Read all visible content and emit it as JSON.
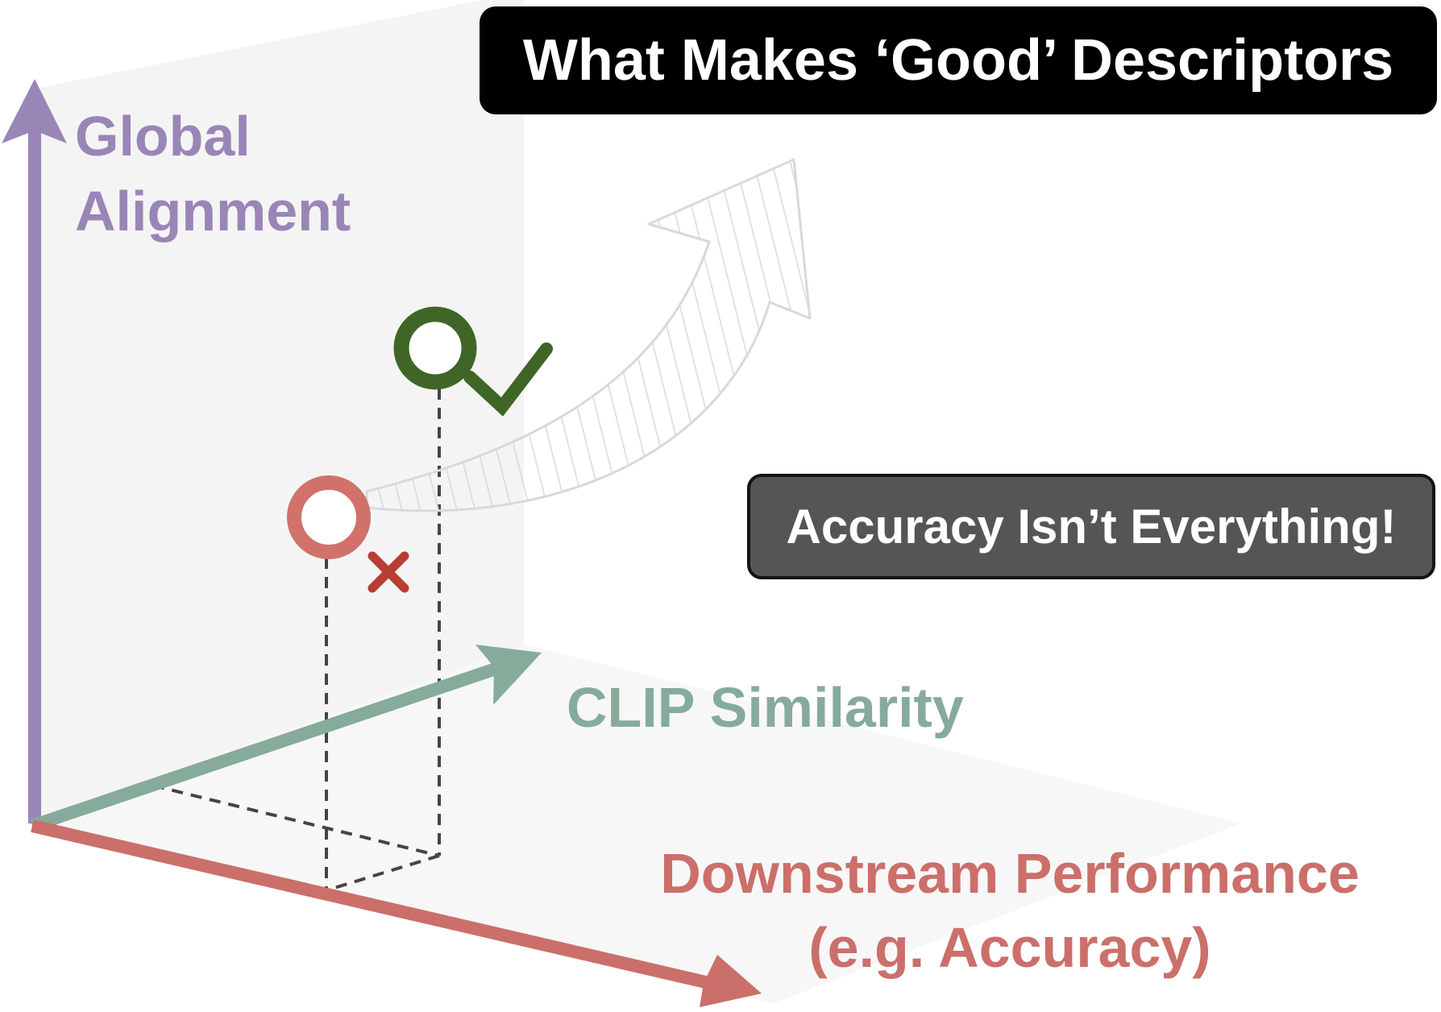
{
  "title": "What Makes ‘Good’ Descriptors",
  "callout": "Accuracy Isn’t Everything!",
  "axes": {
    "vertical": {
      "line1": "Global",
      "line2": "Alignment"
    },
    "depth": {
      "label": "CLIP Similarity"
    },
    "horizontal": {
      "line1": "Downstream Performance",
      "line2": "(e.g. Accuracy)"
    }
  },
  "markers": {
    "good": {
      "indicator": "check-icon"
    },
    "bad": {
      "indicator": "cross-icon"
    }
  },
  "colors": {
    "vertical_axis": "#9a85b7",
    "depth_axis": "#86ab9b",
    "horizontal_axis": "#cb6f6a",
    "good_marker": "#3f6627",
    "bad_marker": "#d1716c",
    "cross": "#b83d32",
    "plane": "#f3f3f3"
  }
}
